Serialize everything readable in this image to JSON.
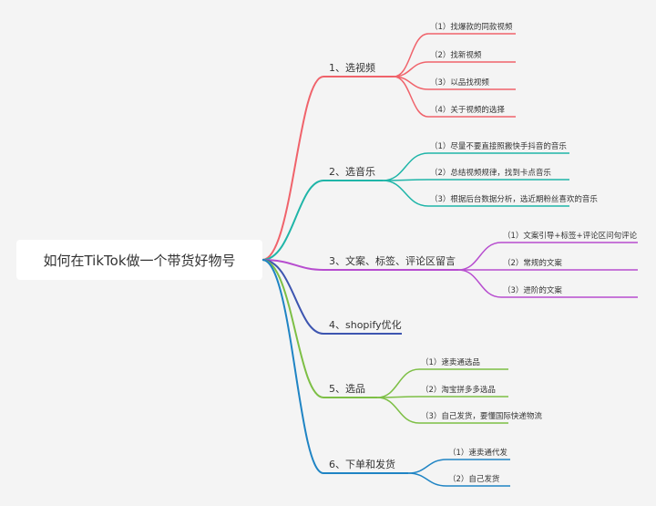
{
  "mindmap": {
    "root": "如何在TikTok做一个带货好物号",
    "branches": [
      {
        "label": "1、选视频",
        "color": "#f0636b",
        "children": [
          "（1）找爆款的同款视频",
          "（2）找新视频",
          "（3）以品找视频",
          "（4）关于视频的选择"
        ]
      },
      {
        "label": "2、选音乐",
        "color": "#1fb5a8",
        "children": [
          "（1）尽量不要直接照搬快手抖音的音乐",
          "（2）总结视频规律，找到卡点音乐",
          "（3）根据后台数据分析，选近期粉丝喜欢的音乐"
        ]
      },
      {
        "label": "3、文案、标签、评论区留言",
        "color": "#b74dcf",
        "children": [
          "（1）文案引导+标签+评论区问句评论",
          "（2）常规的文案",
          "（3）进阶的文案"
        ]
      },
      {
        "label": "4、shopify优化",
        "color": "#3d55b0",
        "children": []
      },
      {
        "label": "5、选品",
        "color": "#7dbf45",
        "children": [
          "（1）速卖通选品",
          "（2）淘宝拼多多选品",
          "（3）自己发货，要懂国际快递物流"
        ]
      },
      {
        "label": "6、下单和发货",
        "color": "#1f84c4",
        "children": [
          "（1）速卖通代发",
          "（2）自己发货"
        ]
      }
    ]
  }
}
